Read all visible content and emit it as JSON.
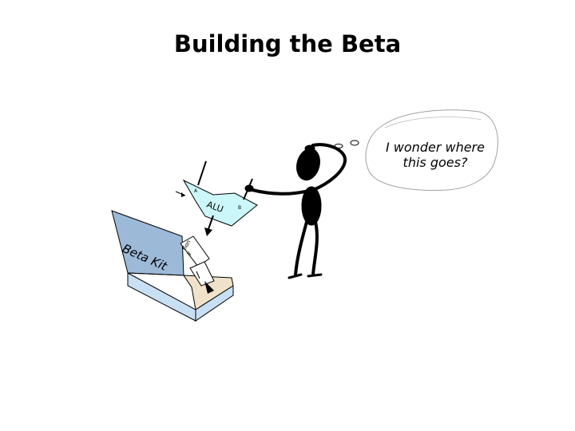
{
  "slide": {
    "title": "Building the Beta"
  },
  "thought": {
    "line1": "I wonder where",
    "line2": "this goes?"
  },
  "box": {
    "label": "Beta Kit",
    "card_text_1": "tion",
    "card_text_2": "y"
  },
  "alu": {
    "label": "ALU",
    "input_a": "A",
    "input_b": "B"
  },
  "colors": {
    "alu_fill": "#ccf7fa",
    "box_lid": "#9db9d8",
    "box_side": "#c9dff3",
    "box_inside": "#efe2c9",
    "figure": "#000000"
  }
}
